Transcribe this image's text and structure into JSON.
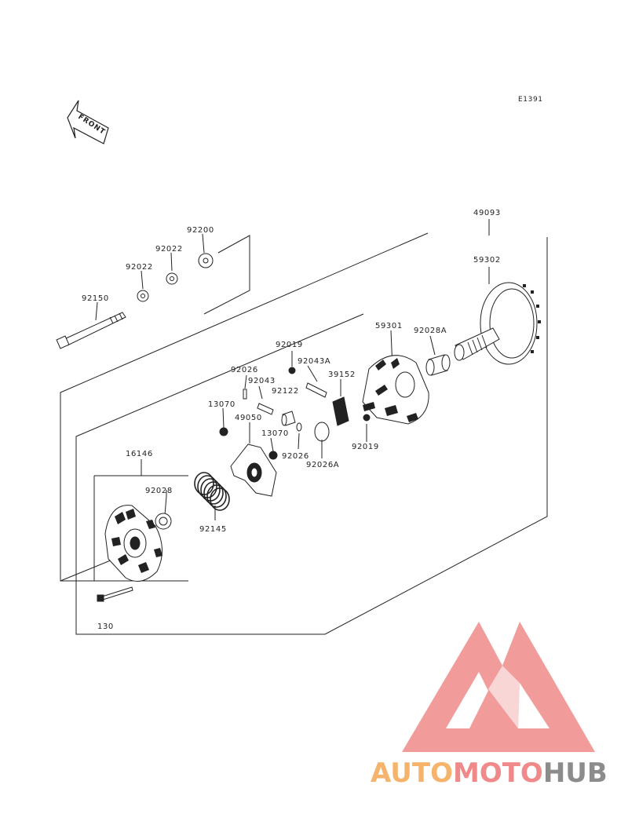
{
  "diagram_code": "E1391",
  "front_label": "FRONT",
  "part_labels": {
    "p49093": "49093",
    "p59302": "59302",
    "p59301": "59301",
    "p92028A": "92028A",
    "p92019a": "92019",
    "p92043A": "92043A",
    "p39152": "39152",
    "p92026a": "92026",
    "p92043": "92043",
    "p92122": "92122",
    "p13070a": "13070",
    "p49050": "49050",
    "p13070b": "13070",
    "p92026b": "92026",
    "p92026A": "92026A",
    "p92019b": "92019",
    "p92200": "92200",
    "p92022a": "92022",
    "p92022b": "92022",
    "p92150": "92150",
    "p16146": "16146",
    "p92028": "92028",
    "p92145": "92145",
    "p130": "130"
  },
  "watermark": {
    "part1": "AUTO",
    "part2": "MOTO",
    "part3": "HUB",
    "colors": {
      "auto": "#f6b36b",
      "moto": "#f08a8a",
      "hub": "#8c8c8c",
      "logo": "#f08a8a"
    }
  }
}
